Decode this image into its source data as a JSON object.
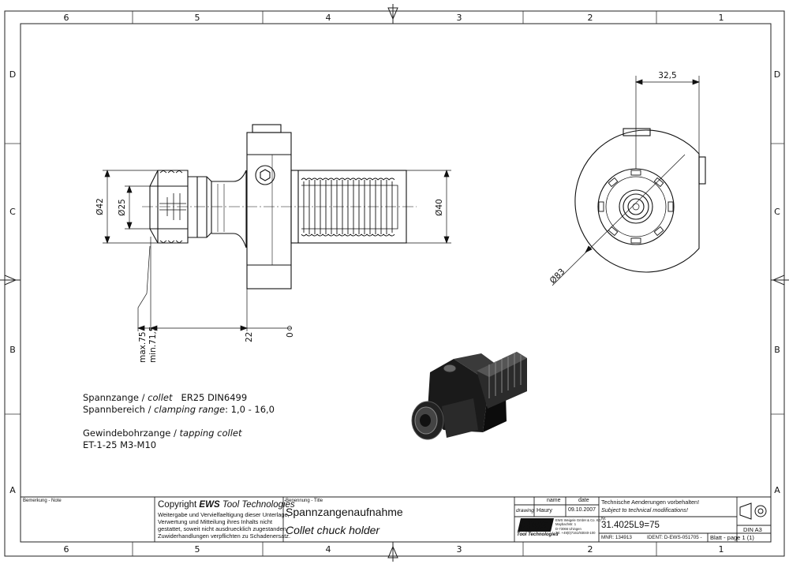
{
  "frame": {
    "columns_top": [
      "6",
      "5",
      "4",
      "3",
      "2",
      "1"
    ],
    "columns_bottom": [
      "6",
      "5",
      "4",
      "3",
      "2",
      "1"
    ],
    "rows_left": [
      "D",
      "C",
      "B",
      "A"
    ],
    "rows_right": [
      "D",
      "C",
      "B",
      "A"
    ]
  },
  "dimensions": {
    "d42": "Ø42",
    "d25": "Ø25",
    "d40": "Ø40",
    "d83": "Ø83",
    "w325": "32,5",
    "max75": "max.75",
    "min715": "min.71,5",
    "l22": "22",
    "zero": "0"
  },
  "notes": {
    "line1_de": "Spannzange / ",
    "line1_en": "collet",
    "line1_val": "ER25   DIN6499",
    "line2_de": "Spannbereich / ",
    "line2_en": "clamping range",
    "line2_val": ": 1,0 - 16,0",
    "line3_de": "Gewindebohrzange / ",
    "line3_en": "tapping collet",
    "line4": "ET-1-25  M3-M10"
  },
  "titleblock": {
    "remark_label": "Bemerkung - Note",
    "copyright_prefix": "Copyright ",
    "copyright_brand": "EWS",
    "copyright_suffix": " Tool Technologies",
    "copyright_lines": [
      "Weitergabe und Vervielfaeltigung dieser Unterlage,",
      "Verwertung und Mitteilung ihres Inhalts nicht",
      "gestattet, soweit nicht ausdruecklich zugestanden.",
      "Zuwiderhandlungen verpflichten zu Schadenersatz."
    ],
    "title_label": "Benennung - Title",
    "title_de": "Spannzangenaufnahme",
    "title_en": "Collet chuck holder",
    "col_name": "name",
    "col_date": "date",
    "row_drawing": "drawing",
    "drawing_name": "Haury",
    "drawing_date": "09.10.2007",
    "logo": "EWS",
    "logo_sub": "Tool Technologies",
    "company_lines": [
      "EWS Weigele GmbH & Co. KG",
      "Maybachstr. 1",
      "D-73066 Uhingen",
      "Tel. +49(0)7161/93040-100"
    ],
    "notice_de": "Technische Aenderungen vorbehalten!",
    "notice_en": "Subject to technical modifications!",
    "nr_label": "Nr.",
    "part_number": "31.4025L9=75",
    "mnr": "MNR: 134913",
    "ident": "IDENT: D-EWS-051705 -",
    "sheet": "Blatt - page  1 (1)",
    "format": "DIN A3"
  }
}
